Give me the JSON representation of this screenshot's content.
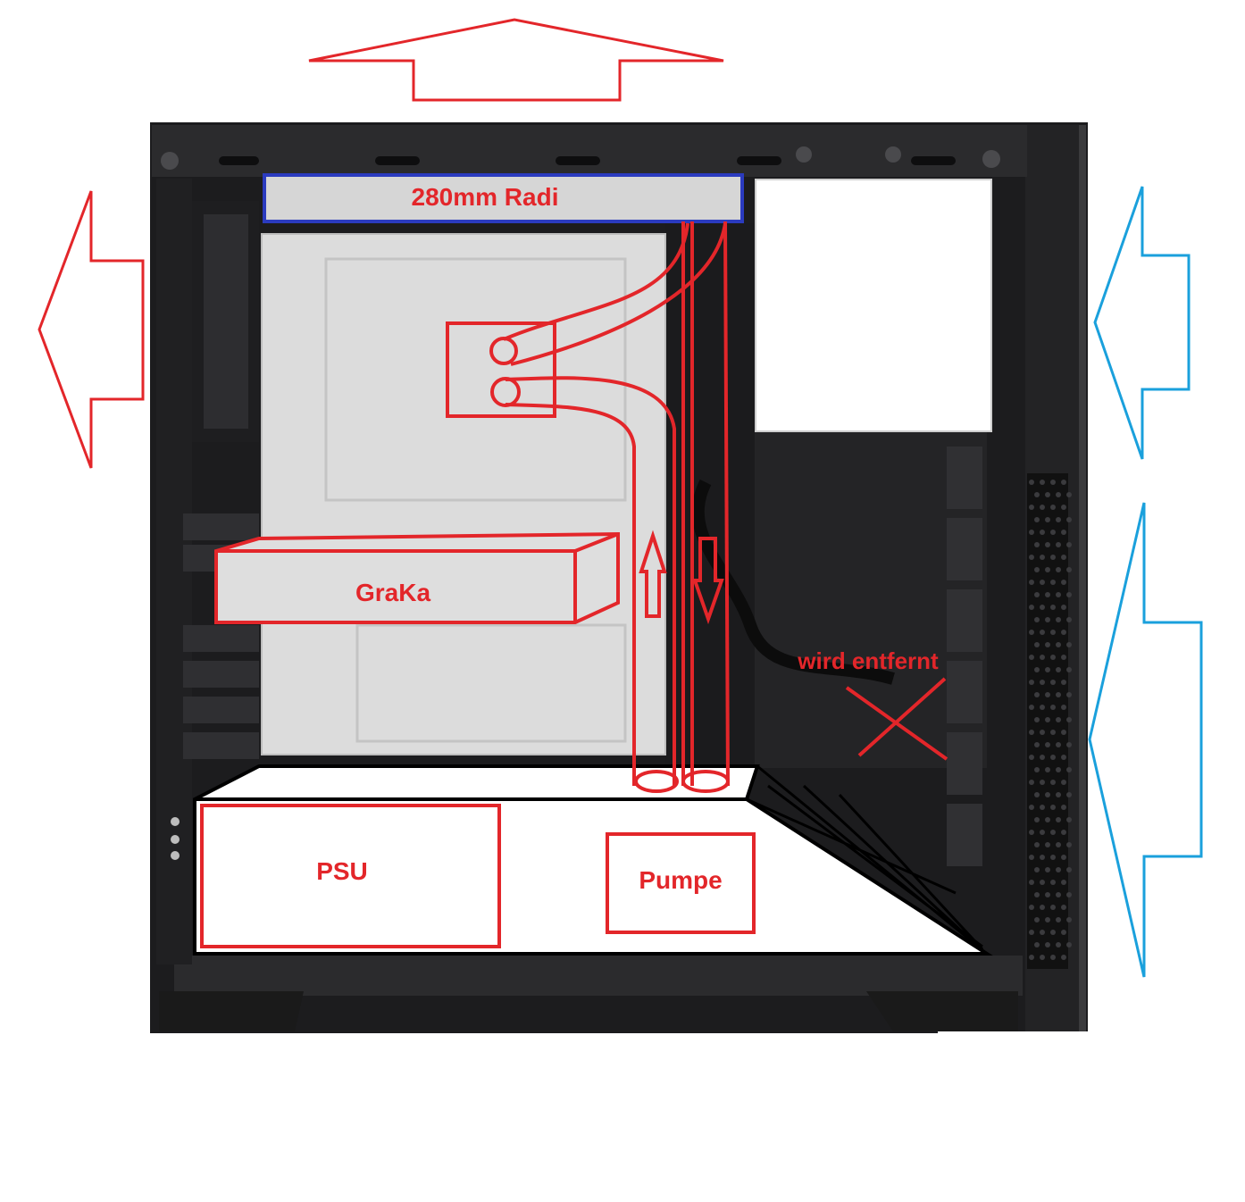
{
  "labels": {
    "radiator": "280mm Radi",
    "gpu": "GraKa",
    "psu": "PSU",
    "pump": "Pumpe",
    "removed": "wird entfernt"
  },
  "colors": {
    "annotation_red": "#e3262a",
    "airflow_blue": "#1aa0dc",
    "radiator_border": "#2b3bbf",
    "case_black": "#1c1c1e",
    "case_dark": "#2a2a2c",
    "panel_gray": "#d9d9d9",
    "white": "#ffffff"
  },
  "icons": {
    "exhaust_top": "arrow-up-outline-icon",
    "exhaust_rear": "arrow-left-outline-icon",
    "intake_front": "arrow-left-outline-icon",
    "intake_front_lower": "arrow-up-outline-icon",
    "flow_up": "arrow-up-thin-icon",
    "flow_down": "arrow-down-thin-icon",
    "removed_mark": "x-cross-icon"
  }
}
